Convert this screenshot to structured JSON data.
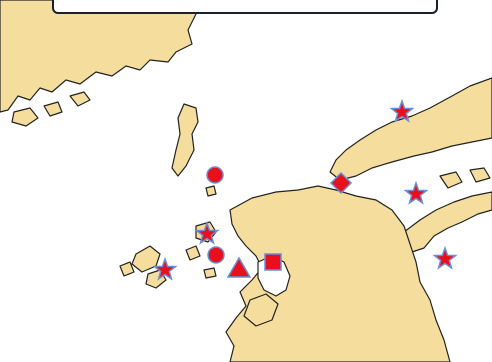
{
  "title_banner": {
    "text": ""
  },
  "colors": {
    "sea": "#ffffff",
    "land": "#f5de9d",
    "coast": "#222222",
    "marker_fill": "#e8101c",
    "marker_stroke": "#6a8fd6"
  },
  "legend_shapes": [
    "star",
    "circle",
    "diamond",
    "triangle",
    "square"
  ],
  "markers": [
    {
      "shape": "star",
      "color": "#e8101c"
    },
    {
      "shape": "star",
      "color": "#e8101c"
    },
    {
      "shape": "star",
      "color": "#e8101c"
    },
    {
      "shape": "star",
      "color": "#e8101c"
    },
    {
      "shape": "star",
      "color": "#e8101c"
    },
    {
      "shape": "circle",
      "color": "#e8101c"
    },
    {
      "shape": "circle",
      "color": "#e8101c"
    },
    {
      "shape": "diamond",
      "color": "#e8101c"
    },
    {
      "shape": "triangle",
      "color": "#e8101c"
    },
    {
      "shape": "square",
      "color": "#e8101c"
    }
  ]
}
